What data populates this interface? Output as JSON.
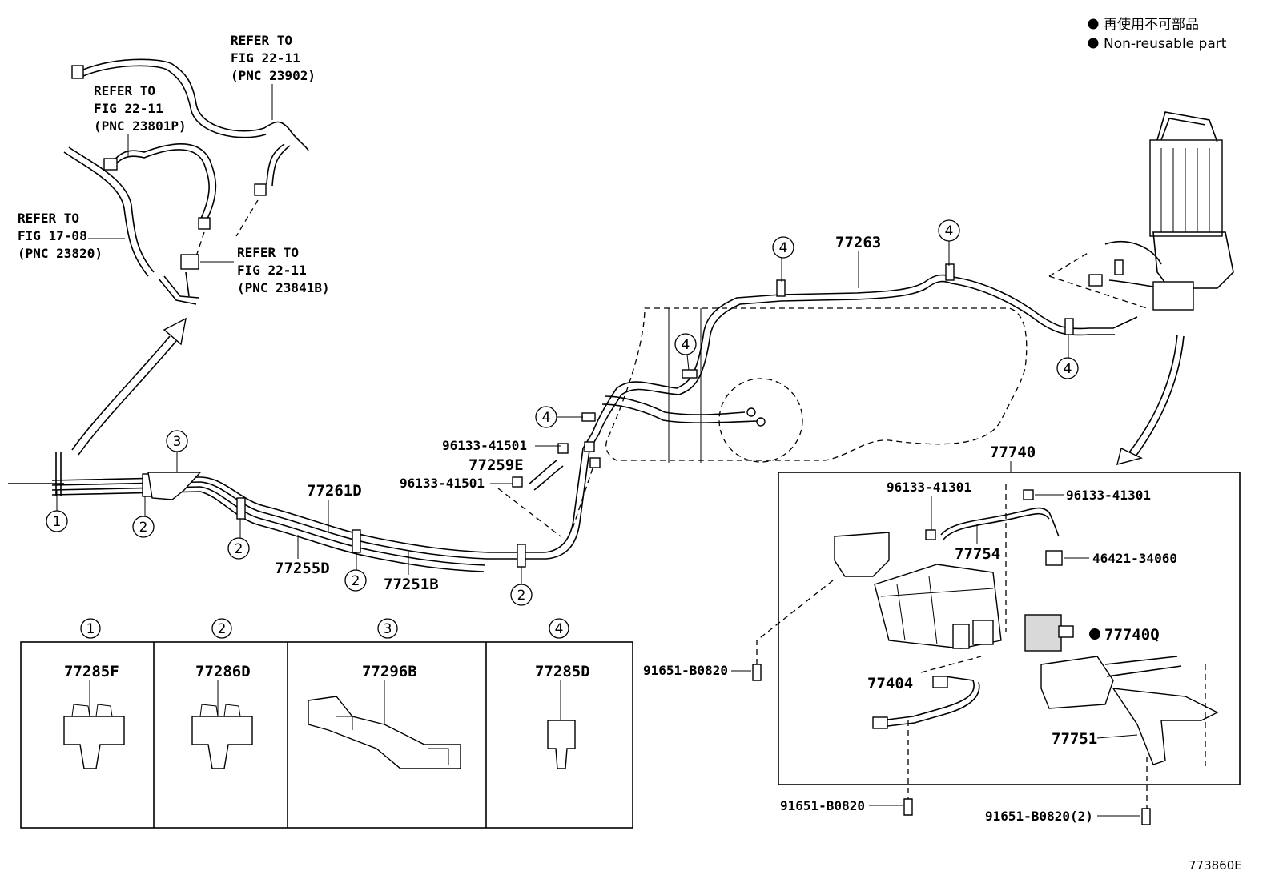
{
  "legend": {
    "line1": "再使用不可部品",
    "line2": "Non-reusable part"
  },
  "figure_id": "773860E",
  "refs": {
    "ref_23902": {
      "l1": "REFER TO",
      "l2": "FIG 22-11",
      "l3": "(PNC 23902)"
    },
    "ref_23801p": {
      "l1": "REFER TO",
      "l2": "FIG 22-11",
      "l3": "(PNC 23801P)"
    },
    "ref_23820": {
      "l1": "REFER TO",
      "l2": "FIG 17-08",
      "l3": "(PNC 23820)"
    },
    "ref_23841b": {
      "l1": "REFER TO",
      "l2": "FIG 22-11",
      "l3": "(PNC 23841B)"
    }
  },
  "parts": {
    "p77263": "77263",
    "p77261d": "77261D",
    "p77255d": "77255D",
    "p77251b": "77251B",
    "p77259e": "77259E",
    "p96133_41501_a": "96133-41501",
    "p96133_41501_b": "96133-41501",
    "p77740": "77740",
    "p96133_41301_a": "96133-41301",
    "p96133_41301_b": "96133-41301",
    "p77754": "77754",
    "p46421_34060": "46421-34060",
    "p77740q": "77740Q",
    "p77404": "77404",
    "p77751": "77751",
    "p91651_b0820_a": "91651-B0820",
    "p91651_b0820_b": "91651-B0820",
    "p91651_b0820_c": "91651-B0820(2)"
  },
  "callouts": {
    "c1": "1",
    "c2": "2",
    "c3": "3",
    "c4": "4"
  },
  "clip_table": {
    "cells": [
      {
        "num": "1",
        "part": "77285F"
      },
      {
        "num": "2",
        "part": "77286D"
      },
      {
        "num": "3",
        "part": "77296B"
      },
      {
        "num": "4",
        "part": "77285D"
      }
    ]
  }
}
